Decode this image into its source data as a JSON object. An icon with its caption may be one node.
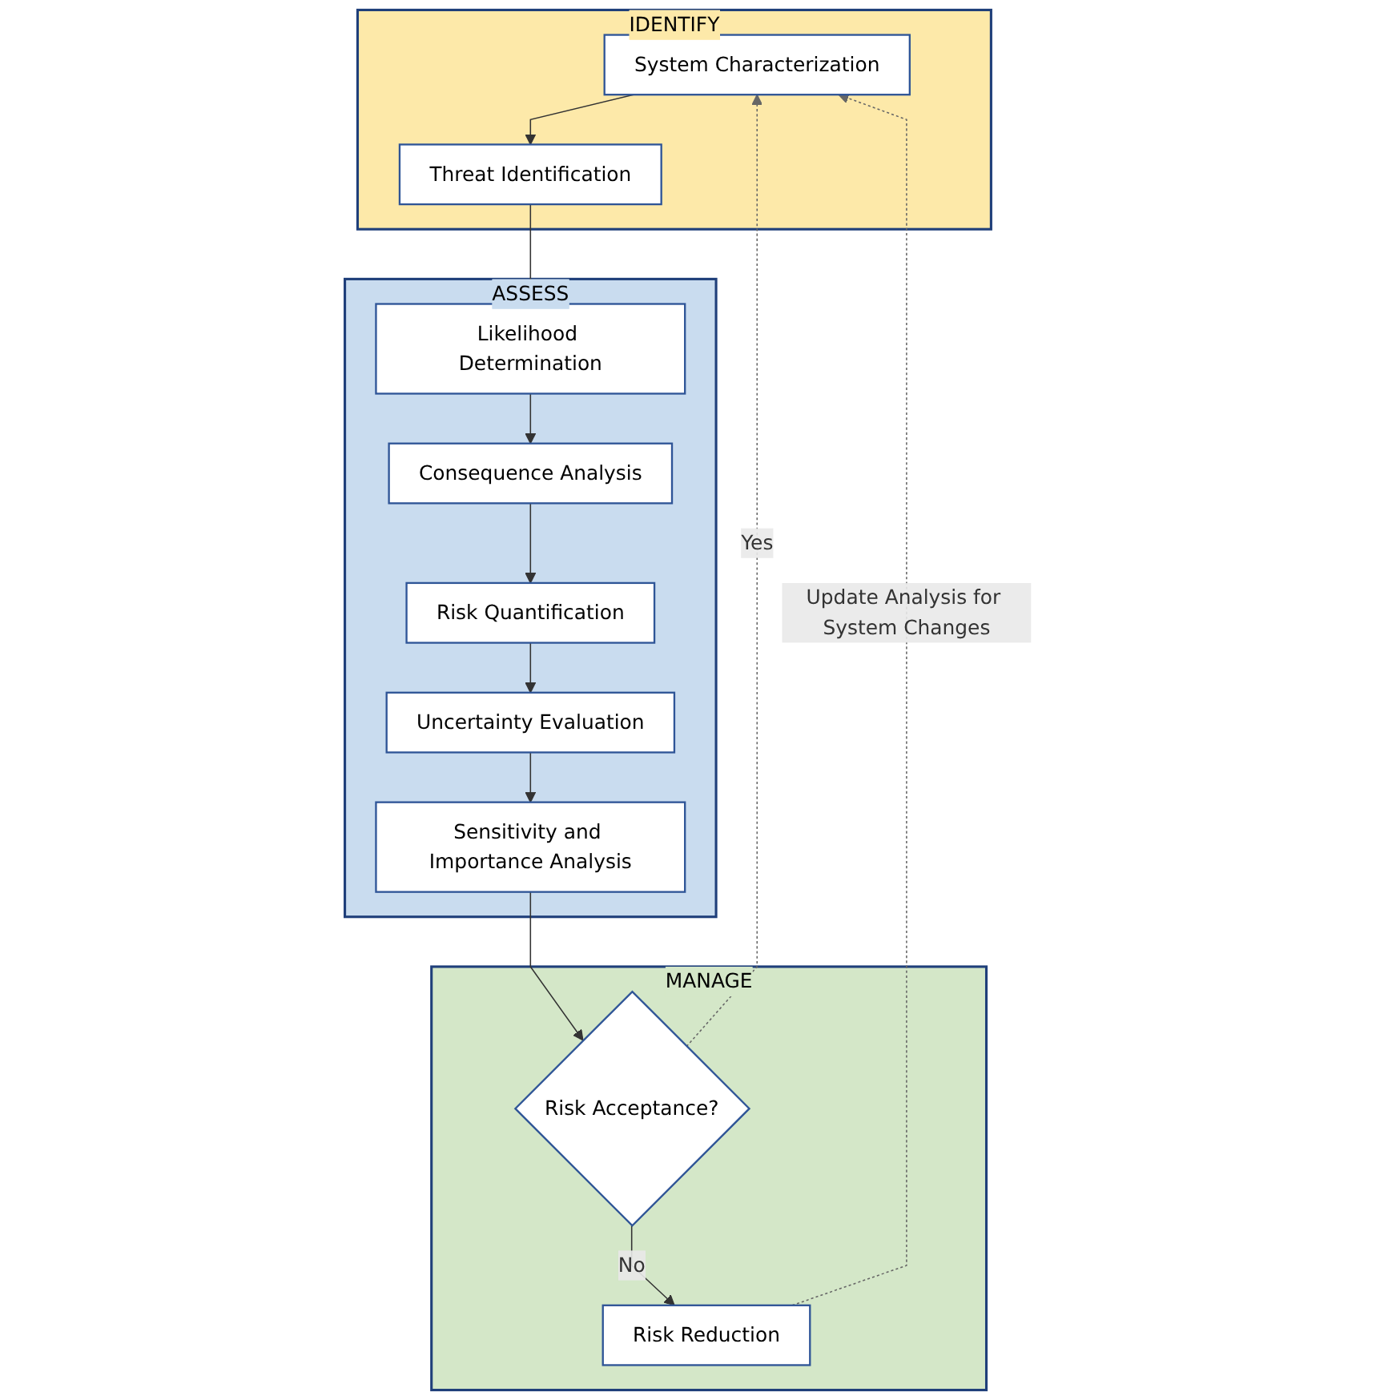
{
  "diagram": {
    "nodes": [
      {
        "text": [
          "IDENTIFY"
        ]
      },
      {
        "text": [
          "System Characterization"
        ],
        "in": 0
      },
      {
        "text": [
          "Threat Identification"
        ],
        "in": 0
      },
      {
        "text": [
          "ASSESS"
        ]
      },
      {
        "text": [
          "Likelihood Determination"
        ],
        "in": 3
      },
      {
        "text": [
          "Consequence Analysis"
        ],
        "in": 3
      },
      {
        "text": [
          "Risk Quantification"
        ],
        "in": 3
      },
      {
        "text": [
          "Uncertainty Evaluation"
        ],
        "in": 3
      },
      {
        "text": [
          "Sensitivity and Importance Analysis"
        ],
        "in": 3
      },
      {
        "text": [
          "MANAGE"
        ]
      },
      {
        "text": [
          "Risk Acceptance?"
        ],
        "in": 9
      },
      {
        "text": [
          "Risk Reduction"
        ],
        "in": 9
      }
    ],
    "edges": [
      {
        "from": 1,
        "to": 2,
        "arrow": "to"
      },
      {
        "from": 2,
        "to": 4,
        "arrow": "to"
      },
      {
        "from": 4,
        "to": 5,
        "arrow": "to"
      },
      {
        "from": 5,
        "to": 6,
        "arrow": "to"
      },
      {
        "from": 6,
        "to": 7,
        "arrow": "to"
      },
      {
        "from": 7,
        "to": 8,
        "arrow": "to"
      },
      {
        "from": 8,
        "to": 10,
        "arrow": "to"
      },
      {
        "from": 10,
        "to": 11,
        "label": "No",
        "arrow": "to"
      },
      {
        "from": 10,
        "to": 1,
        "label": "Yes",
        "arrow": "to",
        "style": "dashed"
      },
      {
        "from": 11,
        "to": 1,
        "label": "Update Analysis for System Changes",
        "arrow": "to",
        "style": "dashed"
      }
    ]
  }
}
